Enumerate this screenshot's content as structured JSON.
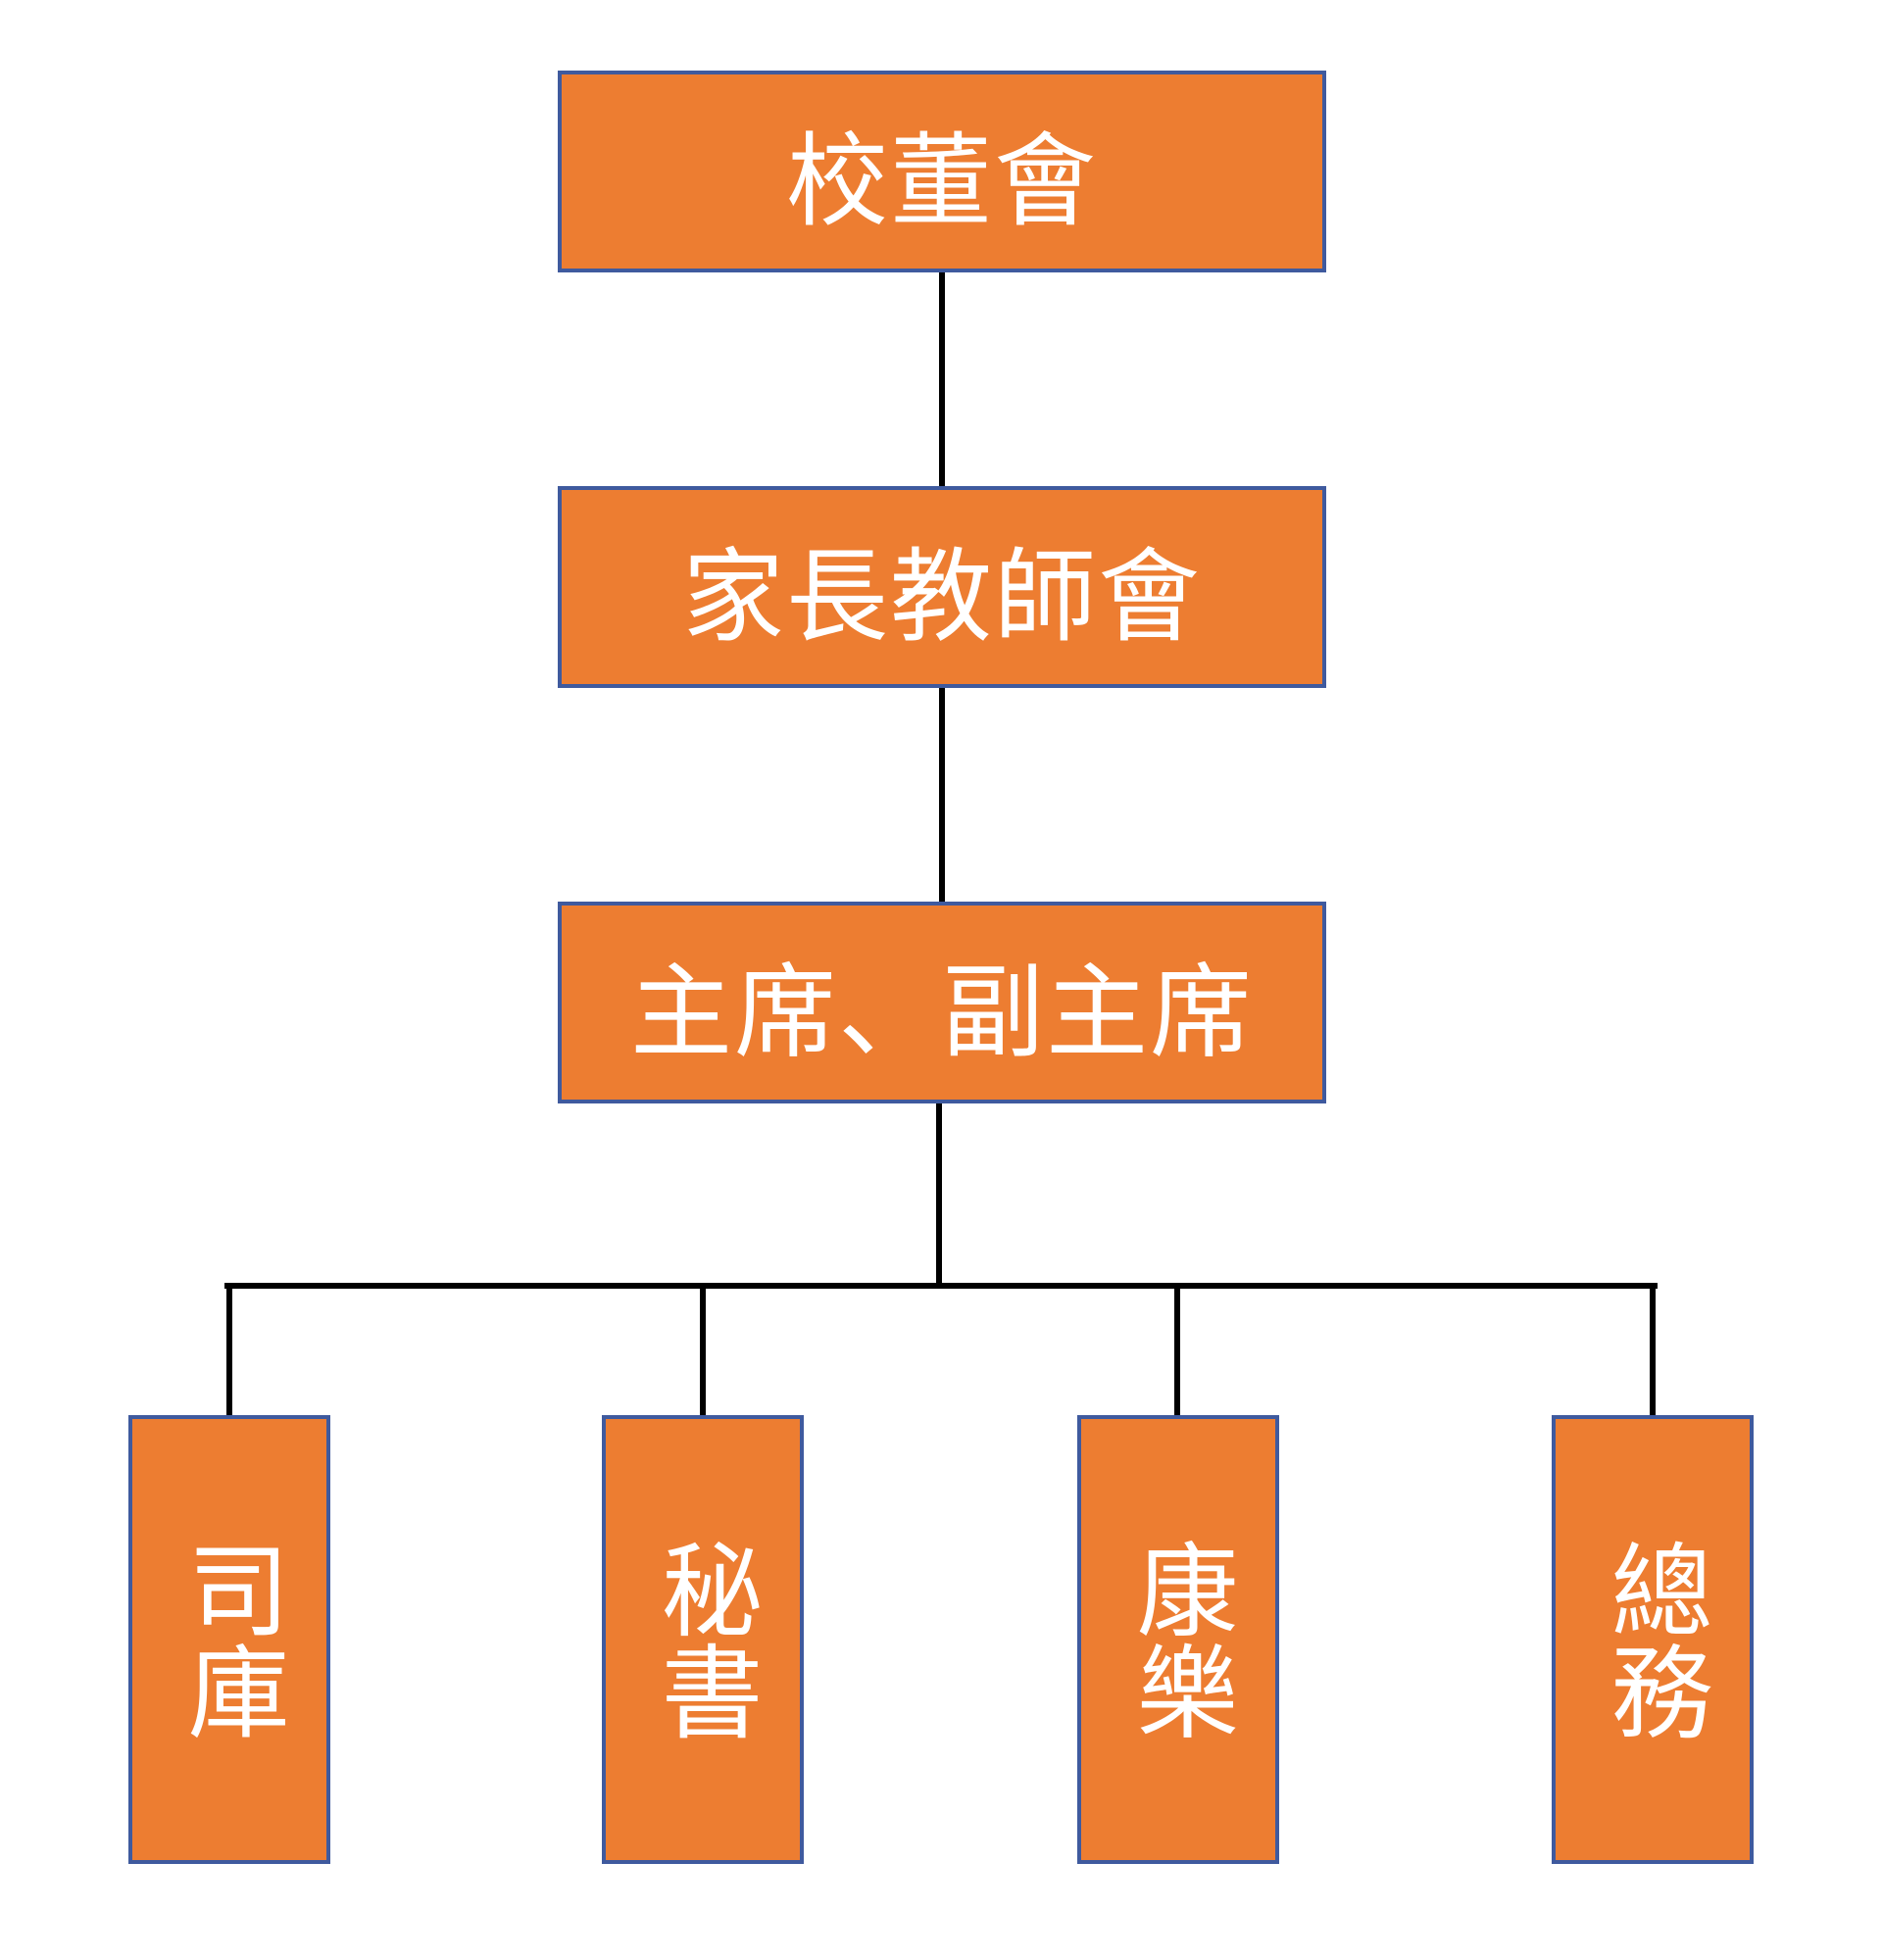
{
  "org_chart": {
    "levels": {
      "board": {
        "label": "校董會"
      },
      "pta": {
        "label": "家長教師會"
      },
      "chair": {
        "label": "主席、副主席"
      }
    },
    "departments": [
      {
        "label": "司庫"
      },
      {
        "label": "秘書"
      },
      {
        "label": "康樂"
      },
      {
        "label": "總務"
      }
    ]
  },
  "colors": {
    "box_fill": "#ED7D31",
    "box_border": "#3F5A9E",
    "box_text": "#FFFFFF",
    "connector": "#000000",
    "background": "#FFFFFF"
  }
}
